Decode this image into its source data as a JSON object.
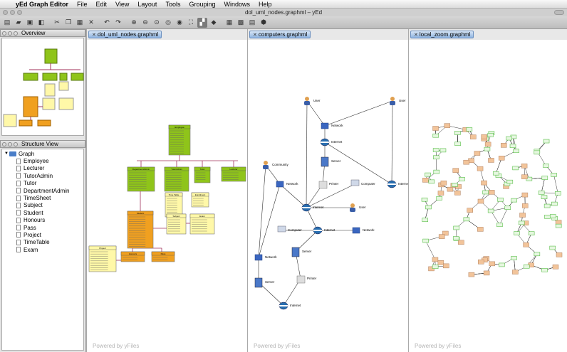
{
  "menubar": {
    "app_name": "yEd Graph Editor",
    "items": [
      "File",
      "Edit",
      "View",
      "Layout",
      "Tools",
      "Grouping",
      "Windows",
      "Help"
    ]
  },
  "window": {
    "title": "dol_uml_nodes.graphml – yEd"
  },
  "overview_panel": {
    "title": "Overview"
  },
  "structure_panel": {
    "title": "Structure View",
    "root": "Graph",
    "items": [
      "Employee",
      "Lecturer",
      "TutorAdmin",
      "Tutor",
      "DepartmentAdmin",
      "TimeSheet",
      "Subject",
      "Student",
      "Honours",
      "Pass",
      "Project",
      "TimeTable",
      "Exam"
    ]
  },
  "documents": [
    {
      "tab": "dol_uml_nodes.graphml",
      "powered": "Powered by yFiles"
    },
    {
      "tab": "computers.graphml",
      "powered": "Powered by yFiles"
    },
    {
      "tab": "local_zoom.graphml",
      "powered": "Powered by yFiles"
    }
  ],
  "uml_nodes": [
    {
      "name": "Employee",
      "color": "#8fc41a"
    },
    {
      "name": "DepartmentAdmin",
      "color": "#8fc41a"
    },
    {
      "name": "TutorAdmin",
      "color": "#8fc41a"
    },
    {
      "name": "Tutor",
      "color": "#8fc41a"
    },
    {
      "name": "Lecturer",
      "color": "#8fc41a"
    },
    {
      "name": "Time Table",
      "color": "#fff8a8"
    },
    {
      "name": "Enrollment",
      "color": "#fff8a8"
    },
    {
      "name": "Student",
      "color": "#f0a020"
    },
    {
      "name": "Subject",
      "color": "#fff8a8"
    },
    {
      "name": "Exam",
      "color": "#fff8a8"
    },
    {
      "name": "Project",
      "color": "#fff8a8"
    },
    {
      "name": "Honours",
      "color": "#f0a020"
    },
    {
      "name": "Pass",
      "color": "#f0a020"
    }
  ],
  "network_labels": [
    "User",
    "User",
    "Network",
    "Internet",
    "Server",
    "Community",
    "Network",
    "Printer",
    "Computer",
    "Internet",
    "Internet",
    "User",
    "Computer",
    "Internet",
    "Network",
    "Network",
    "Server",
    "Server",
    "Printer",
    "Internet"
  ],
  "colors": {
    "tab_blue": "#8fb4e0",
    "uml_green": "#8fc41a",
    "uml_orange": "#f0a020",
    "uml_yellow": "#fff8a8",
    "net_green": "#5bbf4a",
    "net_peach": "#f2c49a"
  }
}
